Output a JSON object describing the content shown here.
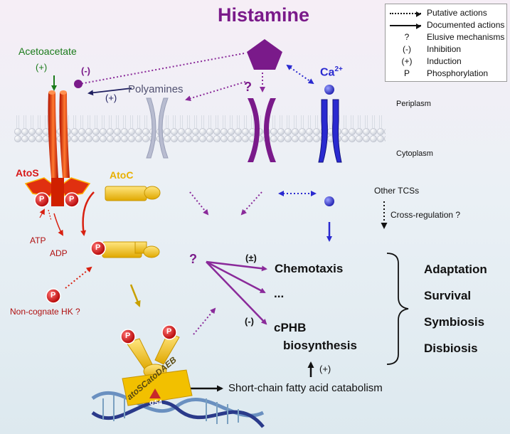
{
  "title": "Histamine",
  "legend": {
    "putative": "Putative actions",
    "documented": "Documented actions",
    "elusive_symbol": "?",
    "elusive": "Elusive mechanisms",
    "inhibition_symbol": "(-)",
    "inhibition": "Inhibition",
    "induction_symbol": "(+)",
    "induction": "Induction",
    "phosphorylation_symbol": "P",
    "phosphorylation": "Phosphorylation"
  },
  "labels": {
    "acetoacetate": "Acetoacetate",
    "acetoacetate_sign": "(+)",
    "histamine_inhibit_sign": "(-)",
    "polyamines_sign": "(+)",
    "polyamines": "Polyamines",
    "question_top": "?",
    "calcium": "Ca",
    "calcium_charge": "2+",
    "periplasm": "Periplasm",
    "cytoplasm": "Cytoplasm",
    "atos": "AtoS",
    "atoc": "AtoC",
    "phospho_p": "P",
    "atp": "ATP",
    "adp": "ADP",
    "other_tcss": "Other TCSs",
    "cross_regulation": "Cross-regulation ?",
    "question_mid": "?",
    "noncognate_hk": "Non-cognate HK ?",
    "chemotaxis_sign": "(±)",
    "chemotaxis": "Chemotaxis",
    "ellipsis": "...",
    "cphb_sign": "(-)",
    "cphb_line1": "cPHB",
    "cphb_line2": "biosynthesis",
    "cphb_induction": "(+)",
    "scfa": "Short-chain fatty acid catabolism",
    "operon": "atoSCatoDAEB",
    "sigma": "σ54"
  },
  "outcomes": [
    "Adaptation",
    "Survival",
    "Symbiosis",
    "Disbiosis"
  ],
  "colors": {
    "histamine": "#7a1a8a",
    "putative_arrow": "#8a2a9a",
    "atos": "#e03010",
    "atoc": "#f2c000",
    "phospho": "#d81818",
    "calcium": "#2a2ad0",
    "acetoacetate": "#1a7a1a",
    "membrane": "#d8dce6",
    "polyamine_channel": "#b8bcd0"
  }
}
